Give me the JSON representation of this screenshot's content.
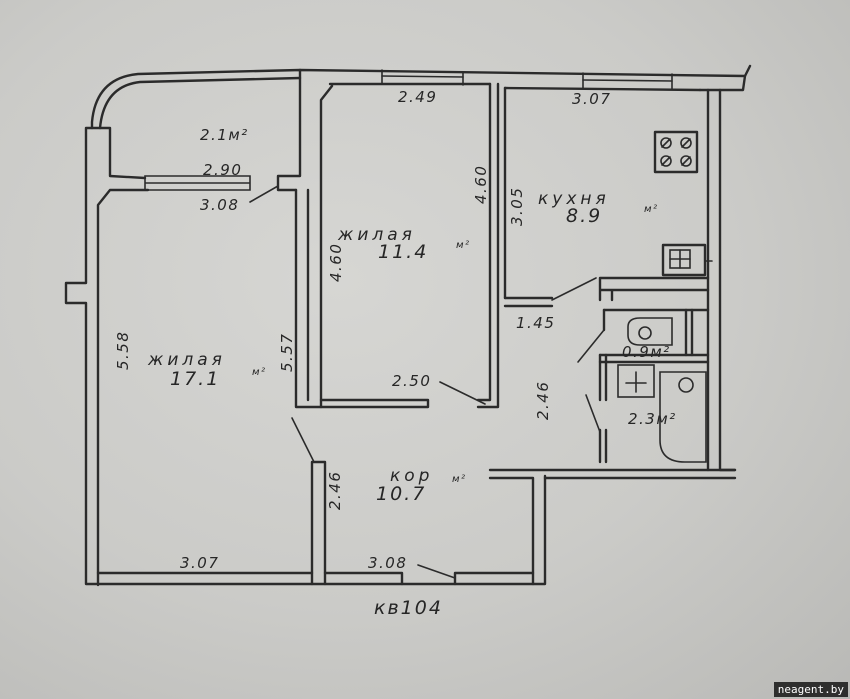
{
  "plan": {
    "apartment_label": "кв104",
    "rooms": [
      {
        "id": "balcony",
        "name": "",
        "area": "2.1м²"
      },
      {
        "id": "living-large",
        "name": "жилая",
        "area": "17.1",
        "unit": "м²"
      },
      {
        "id": "living-small",
        "name": "жилая",
        "area": "11.4",
        "unit": "м²"
      },
      {
        "id": "kitchen",
        "name": "кухня",
        "area": "8.9",
        "unit": "м²"
      },
      {
        "id": "corridor",
        "name": "кор",
        "area": "10.7",
        "unit": "м²"
      },
      {
        "id": "toilet",
        "name": "",
        "area": "0.9м²"
      },
      {
        "id": "bathroom",
        "name": "",
        "area": "2.3м²"
      }
    ],
    "dimensions": {
      "balcony_width": "2.90",
      "balcony_door": "3.08",
      "small_room_top": "2.49",
      "kitchen_top": "3.07",
      "small_room_right": "4.60",
      "small_room_left": "4.60",
      "kitchen_left": "3.05",
      "large_room_left": "5.58",
      "large_room_right": "5.57",
      "small_room_bottom": "2.50",
      "hall_passage": "1.45",
      "hall_side": "2.46",
      "corridor_left": "2.46",
      "large_room_bottom": "3.07",
      "entrance_bottom": "3.08"
    }
  },
  "watermark": "neagent.by"
}
